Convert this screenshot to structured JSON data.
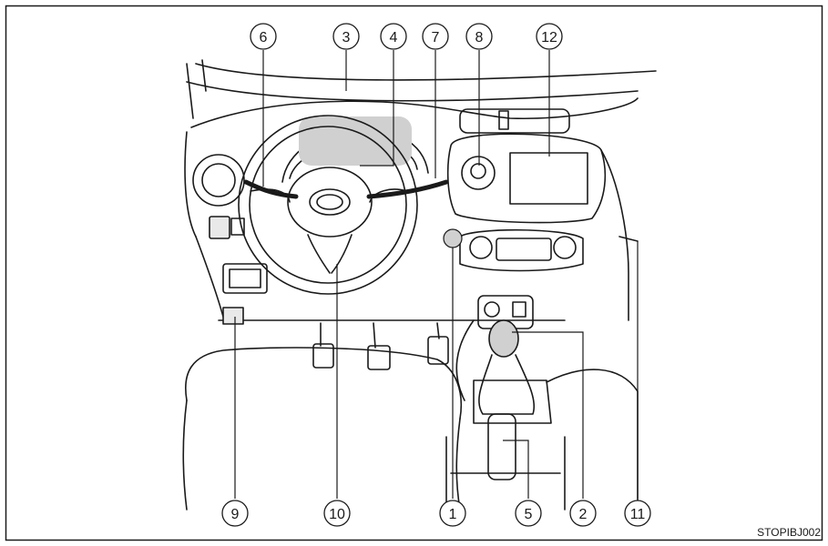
{
  "callouts": {
    "c1": "1",
    "c2": "2",
    "c3": "3",
    "c4": "4",
    "c5": "5",
    "c6": "6",
    "c7": "7",
    "c8": "8",
    "c9": "9",
    "c10": "10",
    "c11": "11",
    "c12": "12"
  },
  "figure_code": "STOPIBJ002",
  "colors": {
    "line": "#1a1a1a",
    "fill_grey": "#d0d0d0",
    "fill_light": "#e9e9e9"
  }
}
